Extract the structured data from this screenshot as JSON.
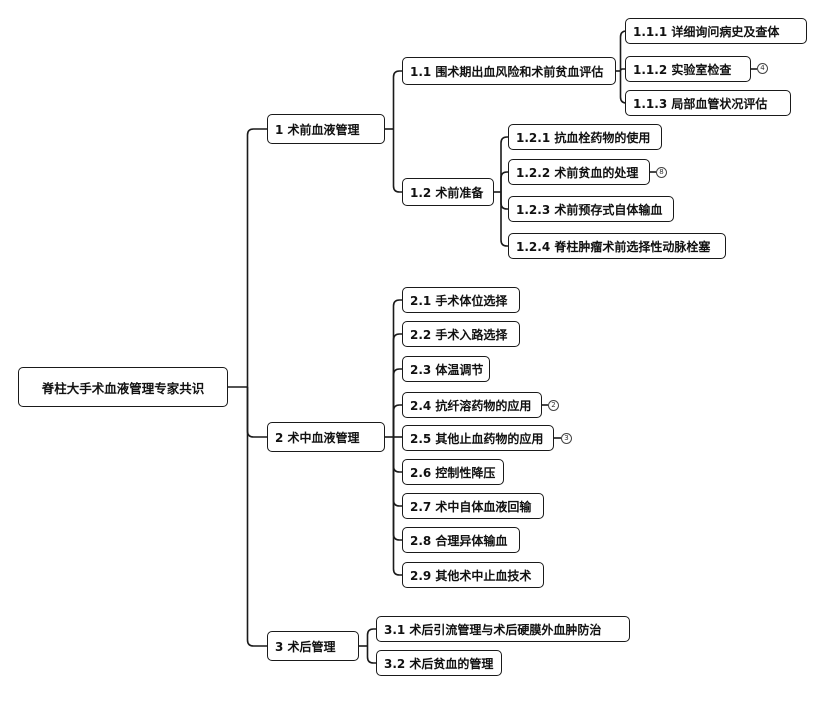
{
  "root": "脊柱大手术血液管理专家共识",
  "n1": "1 术前血液管理",
  "n1_1": "1.1 围术期出血风险和术前贫血评估",
  "n1_1_1": "1.1.1 详细询问病史及查体",
  "n1_1_2": "1.1.2 实验室检查",
  "n1_1_2_badge": "4",
  "n1_1_3": "1.1.3 局部血管状况评估",
  "n1_2": "1.2 术前准备",
  "n1_2_1": "1.2.1 抗血栓药物的使用",
  "n1_2_2": "1.2.2 术前贫血的处理",
  "n1_2_2_badge": "8",
  "n1_2_3": "1.2.3 术前预存式自体输血",
  "n1_2_4": "1.2.4 脊柱肿瘤术前选择性动脉栓塞",
  "n2": "2 术中血液管理",
  "n2_1": "2.1 手术体位选择",
  "n2_2": "2.2 手术入路选择",
  "n2_3": "2.3 体温调节",
  "n2_4": "2.4 抗纤溶药物的应用",
  "n2_4_badge": "2",
  "n2_5": "2.5 其他止血药物的应用",
  "n2_5_badge": "3",
  "n2_6": "2.6 控制性降压",
  "n2_7": "2.7 术中自体血液回输",
  "n2_8": "2.8 合理异体输血",
  "n2_9": "2.9 其他术中止血技术",
  "n3": "3 术后管理",
  "n3_1": "3.1 术后引流管理与术后硬膜外血肿防治",
  "n3_2": "3.2 术后贫血的管理"
}
